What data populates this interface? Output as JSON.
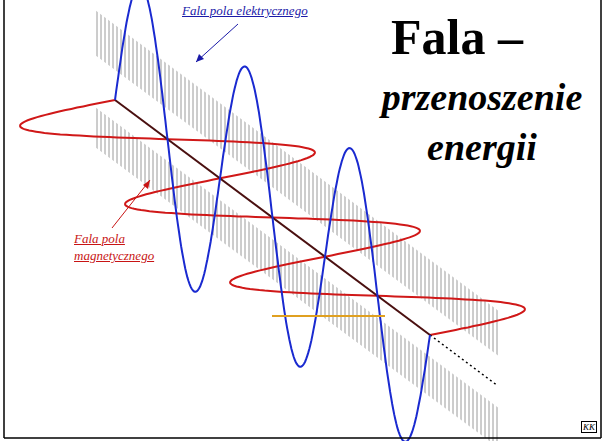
{
  "diagram": {
    "labels": [
      "Fala pola elektrycznego",
      "Fala –",
      "przenoszenie energii",
      "Fala pola magnetycznego",
      "KK"
    ]
  }
}
